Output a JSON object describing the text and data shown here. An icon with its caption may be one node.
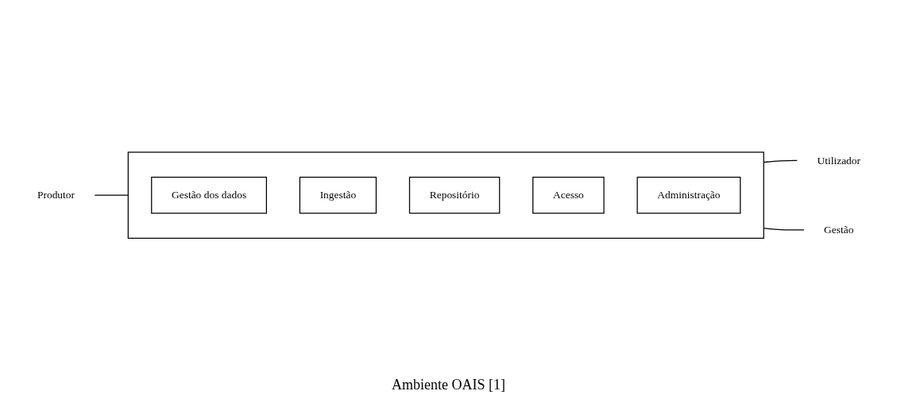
{
  "diagram": {
    "caption": "Ambiente OAIS [1]",
    "nodes": [
      {
        "text": [
          "Produtor"
        ]
      },
      {
        "text": [],
        "shape": "box"
      },
      {
        "text": [
          "Gestão dos dados"
        ],
        "in": 1
      },
      {
        "text": [
          "Ingestão"
        ],
        "in": 1
      },
      {
        "text": [
          "Repositório"
        ],
        "in": 1
      },
      {
        "text": [
          "Acesso"
        ],
        "in": 1
      },
      {
        "text": [
          "Administração"
        ],
        "in": 1
      },
      {
        "text": [
          "Utilizador"
        ]
      },
      {
        "text": [
          "Gestão"
        ]
      }
    ],
    "edges": [
      {
        "from": 0,
        "to": 1,
        "arrow": "none"
      },
      {
        "from": 1,
        "to": 7,
        "arrow": "none"
      },
      {
        "from": 1,
        "to": 8,
        "arrow": "none"
      }
    ]
  }
}
